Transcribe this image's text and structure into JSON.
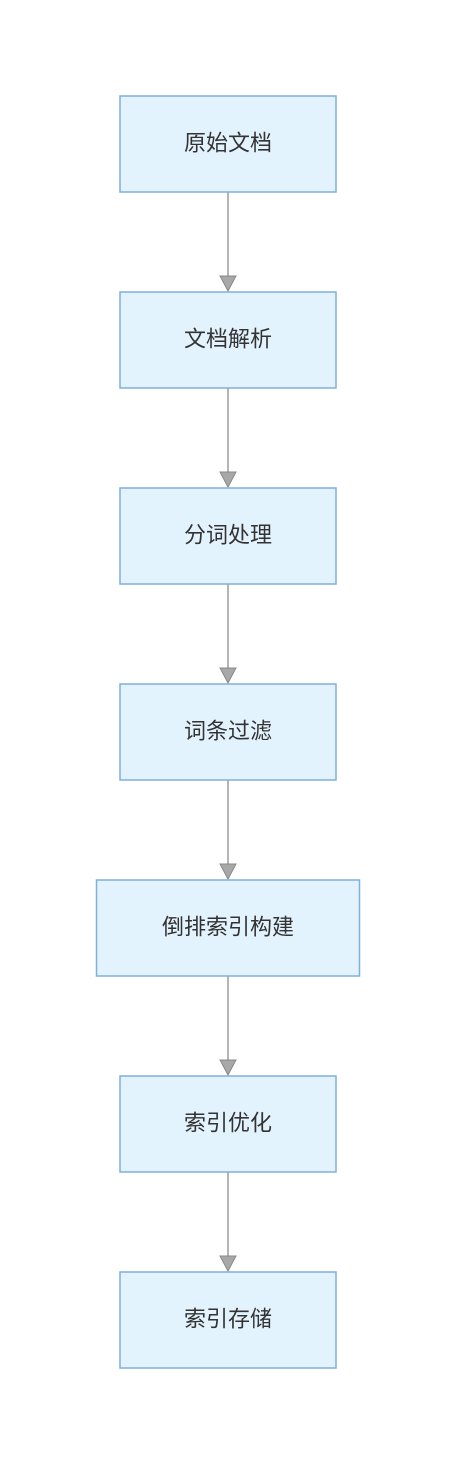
{
  "diagram": {
    "type": "flowchart",
    "direction": "top-to-bottom",
    "nodes": [
      {
        "id": "n1",
        "label": "原始文档"
      },
      {
        "id": "n2",
        "label": "文档解析"
      },
      {
        "id": "n3",
        "label": "分词处理"
      },
      {
        "id": "n4",
        "label": "词条过滤"
      },
      {
        "id": "n5",
        "label": "倒排索引构建"
      },
      {
        "id": "n6",
        "label": "索引优化"
      },
      {
        "id": "n7",
        "label": "索引存储"
      }
    ],
    "edges": [
      {
        "from": "n1",
        "to": "n2"
      },
      {
        "from": "n2",
        "to": "n3"
      },
      {
        "from": "n3",
        "to": "n4"
      },
      {
        "from": "n4",
        "to": "n5"
      },
      {
        "from": "n5",
        "to": "n6"
      },
      {
        "from": "n6",
        "to": "n7"
      }
    ],
    "colors": {
      "node_fill": "#e3f3fd",
      "node_border": "#7fb0dc",
      "node_text": "#333333",
      "edge": "#9a9a9a",
      "arrowhead": "#a8a8a8"
    }
  }
}
